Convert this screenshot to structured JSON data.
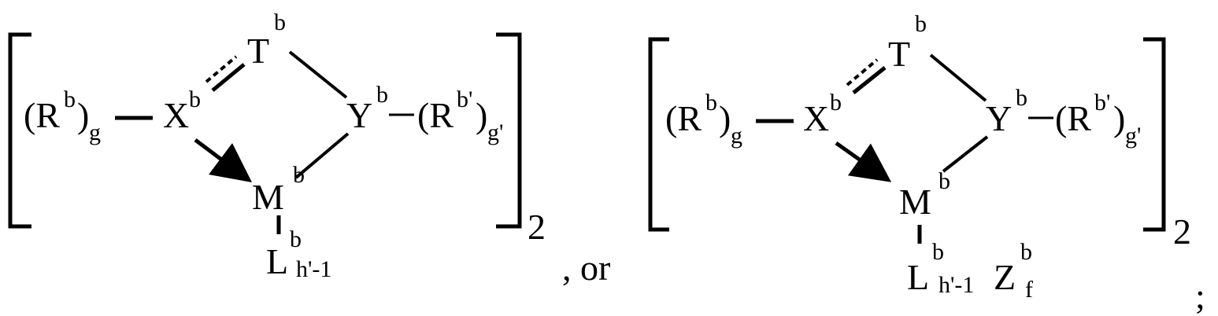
{
  "structures": [
    {
      "id": "left",
      "labels": {
        "r_group": "(R",
        "r_sup": "b",
        "r_close": ")",
        "r_sub": "g",
        "x": "X",
        "x_sup": "b",
        "t": "T",
        "t_sup": "b",
        "y": "Y",
        "y_sup": "b",
        "rp_group": "(R",
        "rp_sup": "b'",
        "rp_close": ")",
        "rp_sub": "g'",
        "m": "M",
        "m_sup": "b",
        "l": "L",
        "l_sup": "b",
        "l_sub": "h'-1",
        "multiplier": "2"
      }
    },
    {
      "id": "right",
      "labels": {
        "r_group": "(R",
        "r_sup": "b",
        "r_close": ")",
        "r_sub": "g",
        "x": "X",
        "x_sup": "b",
        "t": "T",
        "t_sup": "b",
        "y": "Y",
        "y_sup": "b",
        "rp_group": "(R",
        "rp_sup": "b'",
        "rp_close": ")",
        "rp_sub": "g'",
        "m": "M",
        "m_sup": "b",
        "l": "L",
        "l_sup": "b",
        "l_sub": "h'-1",
        "z": "Z",
        "z_sup": "b",
        "z_sub": "f",
        "multiplier": "2"
      }
    }
  ],
  "separator": ", or",
  "terminator": ";"
}
